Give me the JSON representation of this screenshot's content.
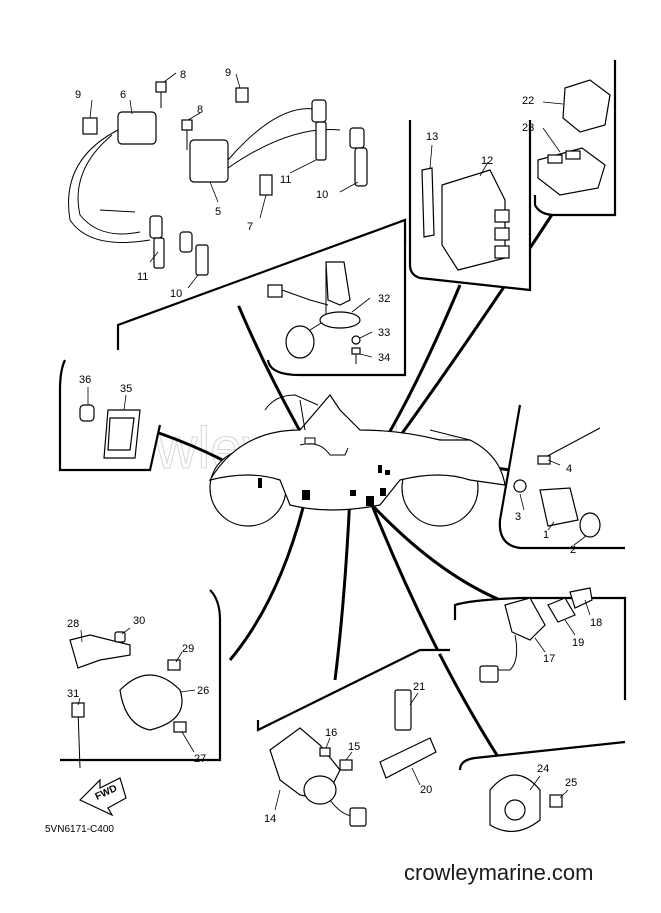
{
  "watermark": "Crowley Marine",
  "footer_url": "crowleymarine.com",
  "diagram_code": "5VN6171-C400",
  "fwd_label": "FWD",
  "callouts": {
    "c1": "1",
    "c2": "2",
    "c3": "3",
    "c4": "4",
    "c5": "5",
    "c6": "6",
    "c7": "7",
    "c8a": "8",
    "c8b": "8",
    "c9a": "9",
    "c9b": "9",
    "c10a": "10",
    "c10b": "10",
    "c11a": "11",
    "c11b": "11",
    "c12": "12",
    "c13": "13",
    "c14": "14",
    "c15": "15",
    "c16": "16",
    "c17": "17",
    "c18": "18",
    "c19": "19",
    "c20": "20",
    "c21": "21",
    "c22": "22",
    "c23": "23",
    "c24": "24",
    "c25": "25",
    "c26": "26",
    "c27": "27",
    "c28": "28",
    "c29": "29",
    "c30": "30",
    "c31": "31",
    "c32": "32",
    "c33": "33",
    "c34": "34",
    "c35": "35",
    "c36": "36"
  }
}
